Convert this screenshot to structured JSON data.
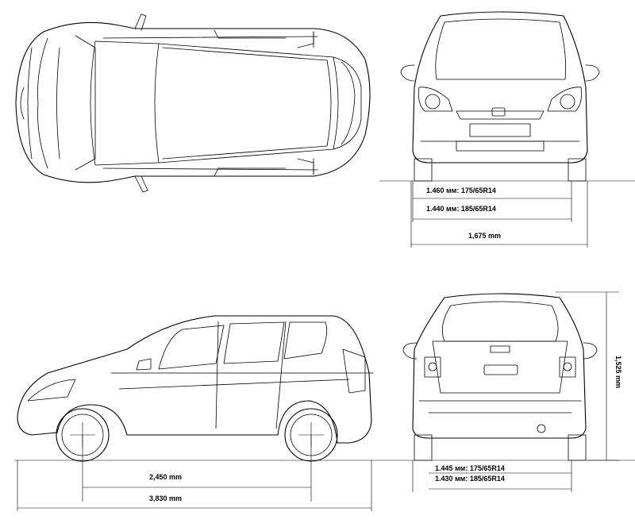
{
  "dimensions": {
    "front_track_175": "1.460 мм: 175/65R14",
    "front_track_185": "1.440 мм: 185/65R14",
    "overall_width": "1,675 mm",
    "rear_track_175": "1.445 мм: 175/65R14",
    "rear_track_185": "1.430 мм: 185/65R14",
    "overall_height": "1,525 mm",
    "wheelbase": "2,450 mm",
    "overall_length": "3,830 mm"
  },
  "colors": {
    "line": "#000000",
    "background": "#ffffff"
  }
}
